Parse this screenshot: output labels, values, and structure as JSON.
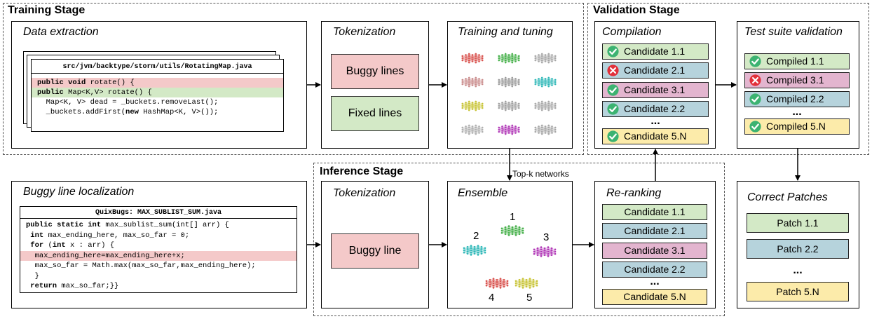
{
  "stages": {
    "training": "Training Stage",
    "validation": "Validation Stage",
    "inference": "Inference Stage"
  },
  "training": {
    "data_extraction": {
      "title": "Data extraction",
      "file": "src/jvm/backtype/storm/utils/RotatingMap.java",
      "lines": [
        {
          "parts": [
            {
              "t": "public void",
              "b": true
            },
            {
              "t": " rotate() {",
              "b": false
            }
          ],
          "hl": "red"
        },
        {
          "parts": [
            {
              "t": "public",
              "b": true
            },
            {
              "t": " Map<K,V> rotate() {",
              "b": false
            }
          ],
          "hl": "green"
        },
        {
          "parts": [
            {
              "t": "  Map<K, V> dead = _buckets.removeLast();",
              "b": false
            }
          ],
          "hl": ""
        },
        {
          "parts": [
            {
              "t": "  _buckets.addFirst(",
              "b": false
            },
            {
              "t": "new",
              "b": true
            },
            {
              "t": " HashMap<K, V>());",
              "b": false
            }
          ],
          "hl": ""
        }
      ]
    },
    "tokenization": {
      "title": "Tokenization",
      "buggy": "Buggy lines",
      "fixed": "Fixed lines"
    },
    "training_tuning": {
      "title": "Training and tuning"
    }
  },
  "validation": {
    "compilation": {
      "title": "Compilation",
      "items": [
        {
          "label": "Candidate 1.1",
          "color": "green",
          "status": "ok"
        },
        {
          "label": "Candidate 2.1",
          "color": "blue",
          "status": "fail"
        },
        {
          "label": "Candidate 3.1",
          "color": "pink",
          "status": "ok"
        },
        {
          "label": "Candidate 2.2",
          "color": "blue",
          "status": "ok"
        },
        {
          "label": "Candidate 5.N",
          "color": "yellow",
          "status": "ok"
        }
      ],
      "ellipsis": "..."
    },
    "test_suite": {
      "title": "Test suite validation",
      "items": [
        {
          "label": "Compiled 1.1",
          "color": "green",
          "status": "ok"
        },
        {
          "label": "Compiled 3.1",
          "color": "pink",
          "status": "fail"
        },
        {
          "label": "Compiled 2.2",
          "color": "blue",
          "status": "ok"
        },
        {
          "label": "Compiled 5.N",
          "color": "yellow",
          "status": "ok"
        }
      ],
      "ellipsis": "..."
    }
  },
  "inference": {
    "localization": {
      "title": "Buggy line localization",
      "file": "QuixBugs: MAX_SUBLIST_SUM.java",
      "lines": [
        {
          "parts": [
            {
              "t": "public static int",
              "b": true
            },
            {
              "t": " max_sublist_sum(int[] arr) {",
              "b": false
            }
          ],
          "hl": ""
        },
        {
          "parts": [
            {
              "t": " int",
              "b": true
            },
            {
              "t": " max_ending_here, max_so_far = 0;",
              "b": false
            }
          ],
          "hl": ""
        },
        {
          "parts": [
            {
              "t": " for",
              "b": true
            },
            {
              "t": " (",
              "b": false
            },
            {
              "t": "int",
              "b": true
            },
            {
              "t": " x : arr) {",
              "b": false
            }
          ],
          "hl": ""
        },
        {
          "parts": [
            {
              "t": "  max_ending_here=max_ending_here+x;",
              "b": false
            }
          ],
          "hl": "red"
        },
        {
          "parts": [
            {
              "t": "  max_so_far = Math.max(max_so_far,max_ending_here);",
              "b": false
            }
          ],
          "hl": ""
        },
        {
          "parts": [
            {
              "t": "  }",
              "b": false
            }
          ],
          "hl": ""
        },
        {
          "parts": [
            {
              "t": " return",
              "b": true
            },
            {
              "t": " max_so_far;}}",
              "b": false
            }
          ],
          "hl": ""
        }
      ]
    },
    "tokenization": {
      "title": "Tokenization",
      "buggy": "Buggy line"
    },
    "ensemble": {
      "title": "Ensemble",
      "labels": [
        "1",
        "2",
        "3",
        "4",
        "5"
      ]
    },
    "reranking": {
      "title": "Re-ranking",
      "items": [
        {
          "label": "Candidate 1.1",
          "color": "green"
        },
        {
          "label": "Candidate 2.1",
          "color": "blue"
        },
        {
          "label": "Candidate 3.1",
          "color": "pink"
        },
        {
          "label": "Candidate 2.2",
          "color": "blue"
        },
        {
          "label": "Candidate 5.N",
          "color": "yellow"
        }
      ],
      "ellipsis": "..."
    },
    "topk_label": "Top-k networks"
  },
  "correct": {
    "title": "Correct Patches",
    "items": [
      {
        "label": "Patch 1.1",
        "color": "green"
      },
      {
        "label": "Patch 2.2",
        "color": "blue"
      },
      {
        "label": "Patch 5.N",
        "color": "yellow"
      }
    ],
    "ellipsis": "..."
  },
  "colors": {
    "green": "#d3e9c6",
    "blue": "#b6d3dc",
    "pink": "#e3b5cf",
    "yellow": "#fcebaa",
    "red": "#f4c9c9",
    "check": "#3cb371",
    "cross": "#e2303a",
    "net_colors": [
      "#d9534f",
      "#46b04a",
      "#9a9a9a",
      "#c98a8a",
      "#2fb8b8",
      "#8a8a8a",
      "#c8c436",
      "#a0a0a0",
      "#b23bb8"
    ]
  }
}
